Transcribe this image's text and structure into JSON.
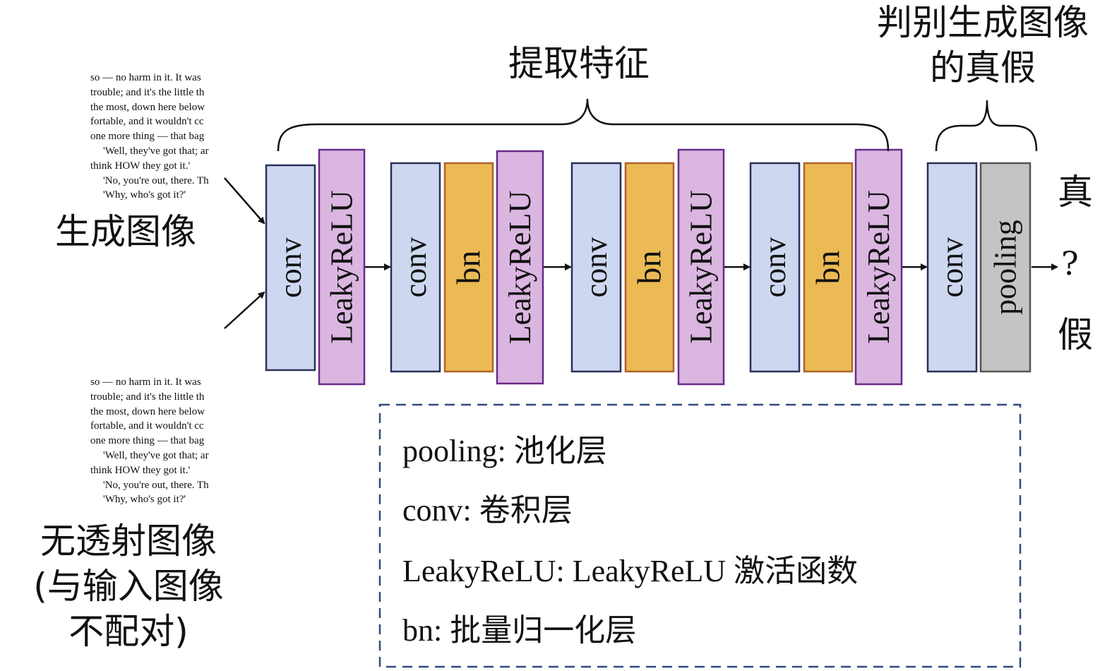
{
  "inputs": {
    "generated": {
      "label": "生成图像"
    },
    "unpaired": {
      "lines": [
        "无透射图像",
        "(与输入图像",
        "不配对)"
      ]
    }
  },
  "sample_text": {
    "top": [
      "so — no harm in it. It was",
      "trouble; and it's the little th",
      "the most, down here below",
      "fortable, and it wouldn't cc",
      "one more thing — that bag",
      "'Well, they've got that; ar",
      "think HOW they got it.'",
      "'No, you're out, there. Th",
      "'Why, who's got it?'"
    ],
    "bottom": [
      "so — no harm in it. It was",
      "trouble; and it's the little th",
      "the most, down here below",
      "fortable, and it wouldn't cc",
      "one more thing — that bag",
      "'Well, they've got that; ar",
      "think HOW they got it.'",
      "'No, you're out, there. Th",
      "'Why, who's got it?'"
    ]
  },
  "braces": {
    "feature": "提取特征",
    "judge": [
      "判别生成图像",
      "的真假"
    ]
  },
  "blocks": [
    {
      "type": "conv",
      "label": "conv"
    },
    {
      "type": "leaky",
      "label": "LeakyReLU"
    },
    {
      "type": "conv",
      "label": "conv"
    },
    {
      "type": "bn",
      "label": "bn"
    },
    {
      "type": "leaky",
      "label": "LeakyReLU"
    },
    {
      "type": "conv",
      "label": "conv"
    },
    {
      "type": "bn",
      "label": "bn"
    },
    {
      "type": "leaky",
      "label": "LeakyReLU"
    },
    {
      "type": "conv",
      "label": "conv"
    },
    {
      "type": "bn",
      "label": "bn"
    },
    {
      "type": "leaky",
      "label": "LeakyReLU"
    },
    {
      "type": "conv",
      "label": "conv"
    },
    {
      "type": "pooling",
      "label": "pooling"
    }
  ],
  "output": {
    "real": "真",
    "question": "?",
    "fake": "假"
  },
  "legend": [
    "pooling: 池化层",
    "conv: 卷积层",
    "LeakyReLU: LeakyReLU 激活函数",
    "bn: 批量归一化层"
  ],
  "colors": {
    "conv_fill": "#cdd8f0",
    "leaky_fill": "#dab6e0",
    "bn_fill": "#ebba55",
    "pooling_fill": "#c4c4c4",
    "block_stroke": "#2b2f5a",
    "leaky_stroke": "#6a2a8a",
    "bn_stroke": "#b0622a",
    "legend_border": "#2f4a80"
  }
}
